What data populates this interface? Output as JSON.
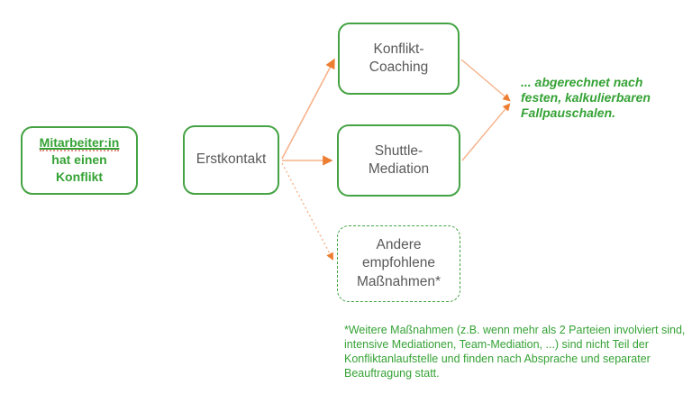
{
  "diagram": {
    "nodes": {
      "start": {
        "title": "Mitarbeiter:in",
        "subtitle": "hat einen\nKonflikt"
      },
      "contact": {
        "label": "Erstkontakt"
      },
      "coaching": {
        "label": "Konflikt-Coaching"
      },
      "shuttle": {
        "label": "Shuttle-\nMediation"
      },
      "other": {
        "label": "Andere\nempfohlene\nMaßnahmen*"
      }
    },
    "annotation": {
      "text": "... abgerechnet nach\nfesten, kalkulierbaren\nFallpauschalen."
    },
    "footnote": {
      "text": "*Weitere Maßnahmen (z.B. wenn mehr als 2 Parteien involviert sind,\nintensive Mediationen, Team-Mediation, ...) sind nicht Teil der\nKonfliktanlaufstelle und finden nach Absprache und separater\nBeauftragung statt."
    },
    "colors": {
      "box_border_green": "#45a344",
      "text_green": "#35a235",
      "box_text_gray": "#595959",
      "arrow_line": "#f6b28a",
      "arrow_head": "#ed7d31",
      "spellcheck_underline": "#ea8f8f"
    }
  }
}
